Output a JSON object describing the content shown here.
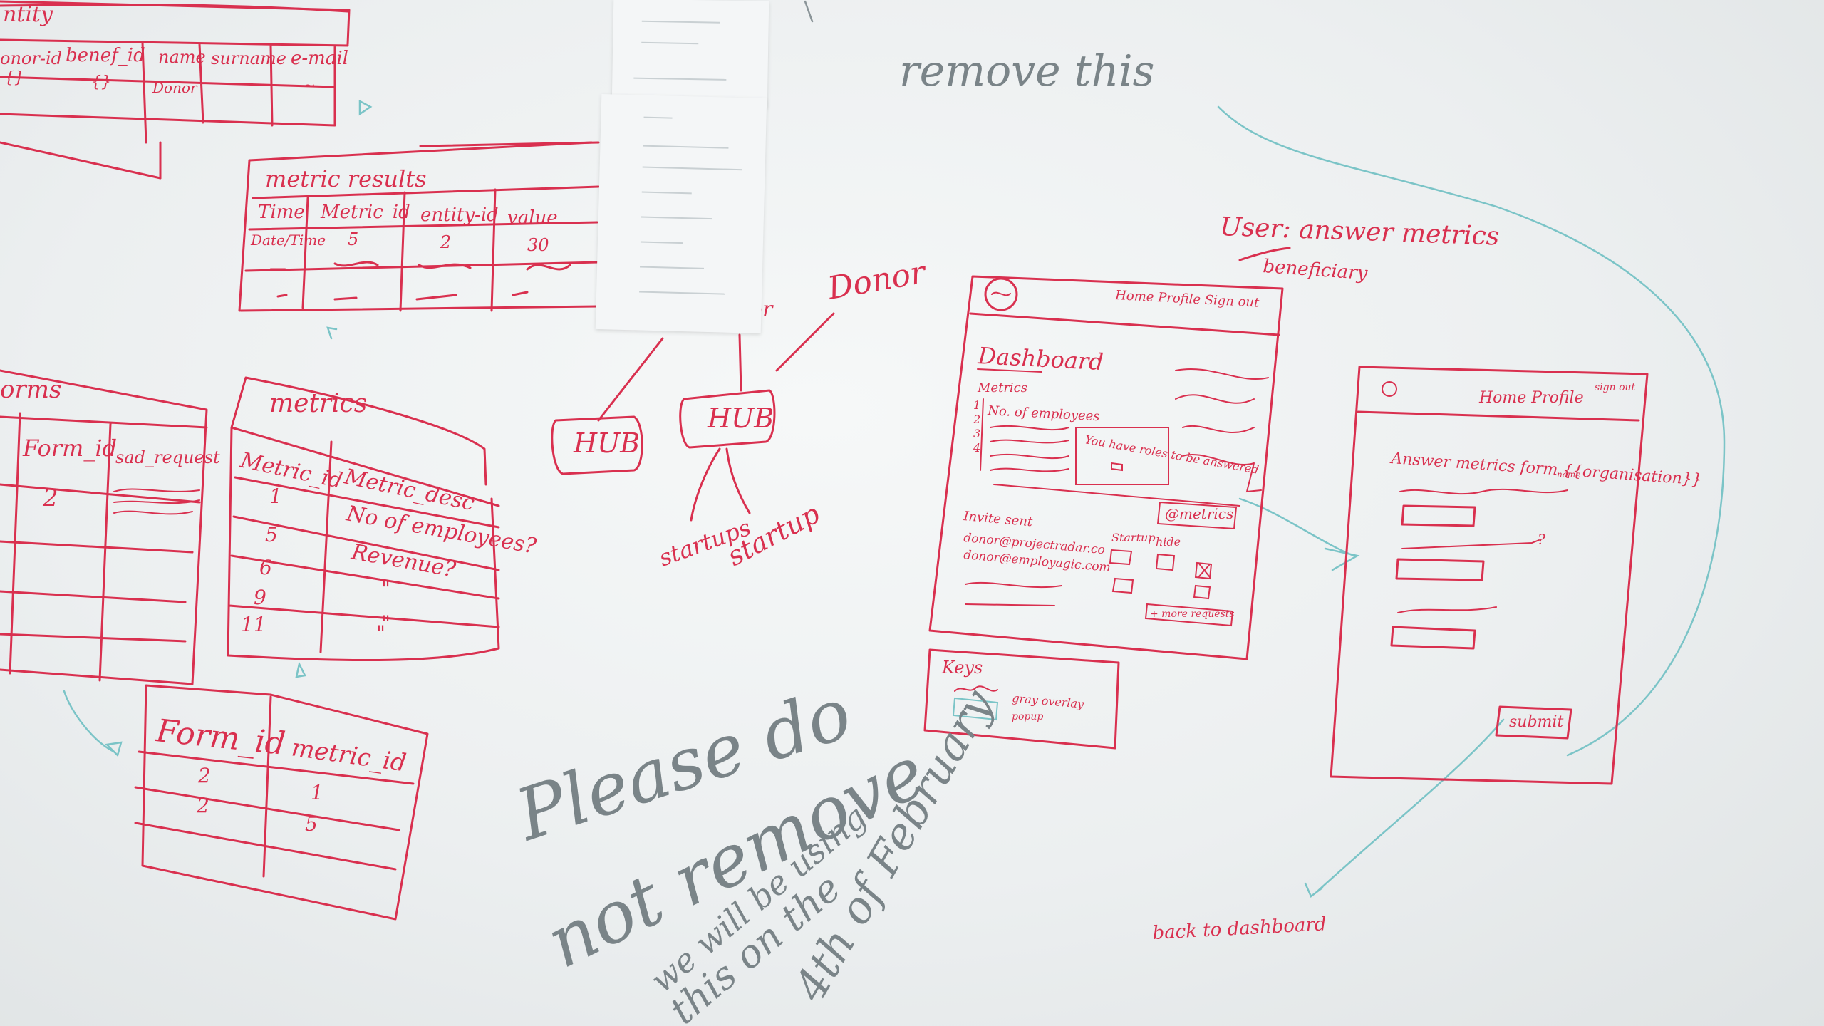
{
  "colors": {
    "marker_red": "#d9304f",
    "marker_gray": "#7a8488",
    "marker_teal": "#7bc4c7",
    "board": "#eef1f1"
  },
  "entity_table": {
    "title": "ntity",
    "headers": [
      "onor-id",
      "benef_id",
      "name",
      "surname",
      "e-mail"
    ],
    "row": [
      "{}",
      "{}",
      "Donor",
      "~",
      "~"
    ]
  },
  "metric_results": {
    "title": "metric results",
    "headers": [
      "Time",
      "Metric_id",
      "entity-id",
      "value"
    ],
    "rows": [
      [
        "Date/Time",
        "5",
        "2",
        "30"
      ]
    ]
  },
  "forms": {
    "title": "orms",
    "headers": [
      "Form_id",
      "sad_request"
    ],
    "rows": [
      [
        "2",
        ""
      ]
    ]
  },
  "metrics": {
    "title": "metrics",
    "headers": [
      "Metric_id",
      "Metric_desc"
    ],
    "rows": [
      [
        "1",
        "No of employees?"
      ],
      [
        "5",
        "Revenue?"
      ],
      [
        "6",
        "\""
      ],
      [
        "9",
        "\""
      ],
      [
        "11",
        "\""
      ]
    ]
  },
  "form_metric": {
    "headers": [
      "Form_id",
      "metric_id"
    ],
    "rows": [
      [
        "2",
        "1"
      ],
      [
        "2",
        "5"
      ]
    ]
  },
  "hub_diagram": {
    "hub_left": "HUB",
    "hub_center": "HUB",
    "donor": "Donor",
    "partial": "or",
    "startup_left": "startups",
    "startup_right": "startup"
  },
  "remove_note": "remove this",
  "user_note": {
    "line1": "User: answer metrics",
    "line2": "beneficiary"
  },
  "dashboard_sketch": {
    "nav": "Home  Profile  Sign out",
    "title": "Dashboard",
    "metrics_label": "Metrics",
    "list_numbers": [
      "1",
      "2",
      "3",
      "4"
    ],
    "first_item": "No. of employees",
    "popup_text": "You have roles to be answered",
    "invite_label": "Invite sent",
    "emails": [
      "donor@projectradar.co",
      "donor@employagic.com"
    ],
    "metrics_button": "@metrics",
    "col_startup": "Startup",
    "col_hide": "hide",
    "more_button": "+ more requests"
  },
  "keys": {
    "title": "Keys",
    "line1": "gray overlay",
    "line2": "popup"
  },
  "form_sketch": {
    "nav": "Home Profile",
    "signout": "sign out",
    "heading": "Answer metrics form {{organisation}}",
    "sub": "name",
    "submit": "submit",
    "back": "back to dashboard"
  },
  "please_note": {
    "line1": "Please do",
    "line2": "not remove",
    "line3": "we will be using",
    "line4": "this on the",
    "line5": "4th of February"
  }
}
